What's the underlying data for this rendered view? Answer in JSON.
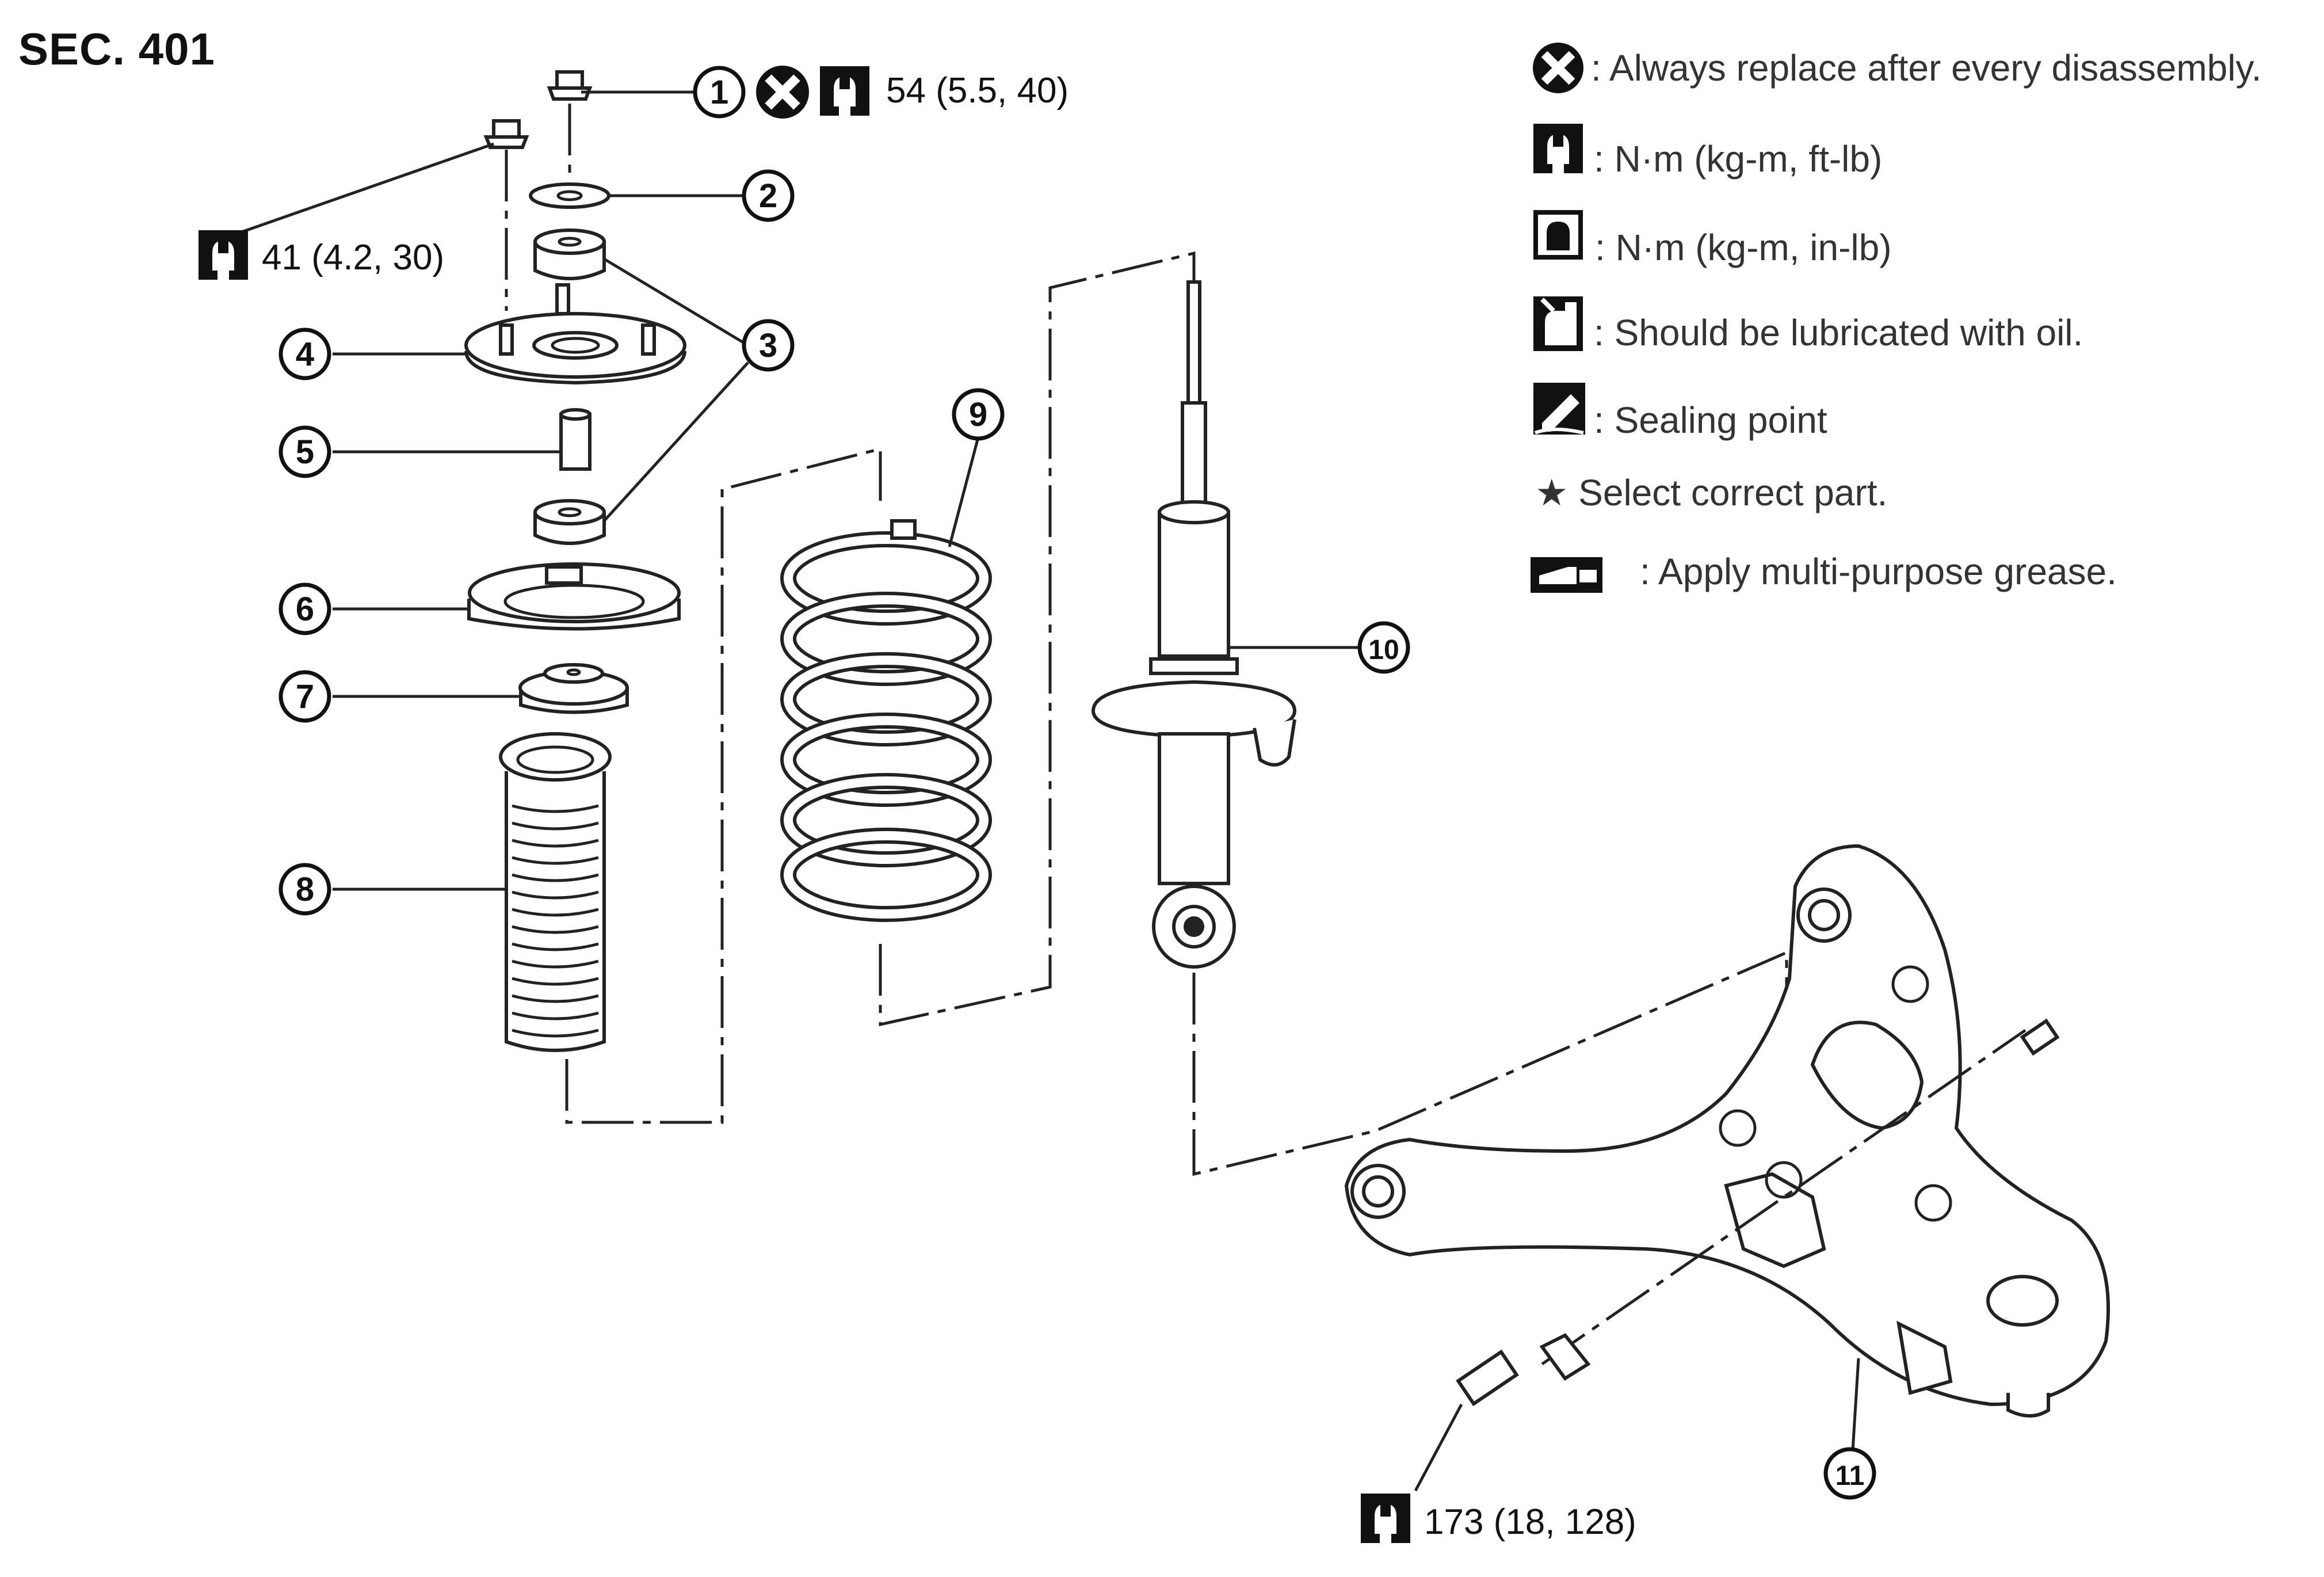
{
  "section_title": "SEC. 401",
  "callouts": {
    "c1_torque": "54 (5.5, 40)",
    "c4_torque": "41 (4.2, 30)",
    "c11_torque": "173 (18, 128)"
  },
  "part_numbers": {
    "n1": "1",
    "n2": "2",
    "n3": "3",
    "n4": "4",
    "n5": "5",
    "n6": "6",
    "n7": "7",
    "n8": "8",
    "n9": "9",
    "n10": "10",
    "n11": "11"
  },
  "legend": {
    "replace": ": Always replace after every disassembly.",
    "nm_ftlb": ": N·m (kg-m, ft-lb)",
    "nm_inlb": ": N·m (kg-m, in-lb)",
    "lubricate": ": Should be lubricated with oil.",
    "sealing": ": Sealing point",
    "select": "★ Select correct part.",
    "grease": ": Apply multi-purpose grease."
  },
  "icons": {
    "replace": "x-circle-icon",
    "torque_ftlb": "wrench-torque-icon",
    "torque_inlb": "wrench-torque-filled-icon",
    "oil": "oil-can-icon",
    "seal": "sealing-icon",
    "grease": "grease-gun-icon"
  }
}
